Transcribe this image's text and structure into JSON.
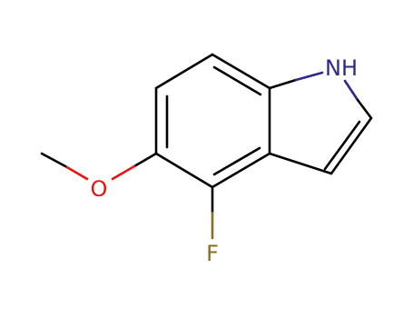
{
  "molecule": {
    "atoms": {
      "nh": "NH",
      "o": "O",
      "f": "F"
    },
    "colors": {
      "bond": "#000000",
      "nitrogen": "#2b2a8c",
      "oxygen": "#e8120f",
      "fluorine": "#8a6d1e"
    }
  }
}
